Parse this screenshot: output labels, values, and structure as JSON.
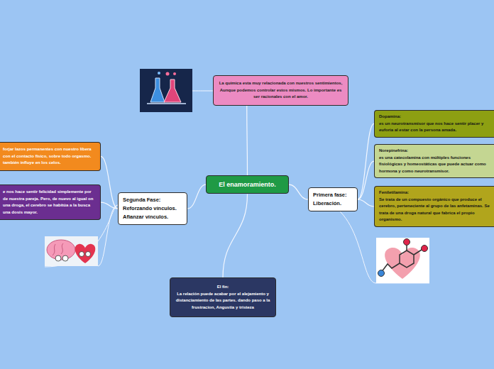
{
  "diagram": {
    "nodes": [
      {
        "text": [
          "El enamoramiento."
        ]
      },
      {
        "text": [
          "La quimica esta muy relacionada con nuestros sentimientos, Aunque podemos controlar estos mismos. Lo importante es ser racionales con el amor."
        ]
      },
      {
        "text": [
          "Primera fase: Liberación."
        ]
      },
      {
        "text": [
          "Dopamina:",
          "es un neurotransmisor que nos hace sentir placer y euforia al estar con la persona amada."
        ]
      },
      {
        "text": [
          "Norepinefrina:",
          "es una catecolamina con múltiples funciones fisiológicas y homeostáticas que puede actuar como hormona y como neurotransmisor."
        ]
      },
      {
        "text": [
          "Feniletilamina:",
          "Se trata de un compuesto orgánico que produce el cerebro, perteneciente al grupo de las anfetaminas. Se trata de una droga natural que fabrica el propio organismo."
        ]
      },
      {
        "text": [
          "Segunda Fase: Reforzando vínculos. Afianzar vínculos."
        ]
      },
      {
        "text": [
          "forjar lazos permanentes con nuestro libera con el contacto físico, sobre todo orgasmo. también influye en los celos."
        ]
      },
      {
        "text": [
          "e nos hace sentir felicidad simplemente por de nuestra pareja. Pero, de nuevo al igual on una droga, el cerebro se habitúa a la busca una dosis mayor."
        ]
      },
      {
        "text": [
          "El fin:",
          "La relación puede acabar por el alejamiento y distanciamiento de las partes. dando paso a la frustracion, Angustia y tristeza"
        ]
      }
    ],
    "edges": [
      {
        "from": 0,
        "to": 1,
        "arrow": "none"
      },
      {
        "from": 0,
        "to": 2,
        "arrow": "none"
      },
      {
        "from": 2,
        "to": 3,
        "arrow": "none"
      },
      {
        "from": 2,
        "to": 4,
        "arrow": "none"
      },
      {
        "from": 2,
        "to": 5,
        "arrow": "none"
      },
      {
        "from": 0,
        "to": 6,
        "arrow": "none"
      },
      {
        "from": 6,
        "to": 7,
        "arrow": "none"
      },
      {
        "from": 6,
        "to": 8,
        "arrow": "none"
      },
      {
        "from": 0,
        "to": 9,
        "arrow": "none"
      }
    ]
  }
}
